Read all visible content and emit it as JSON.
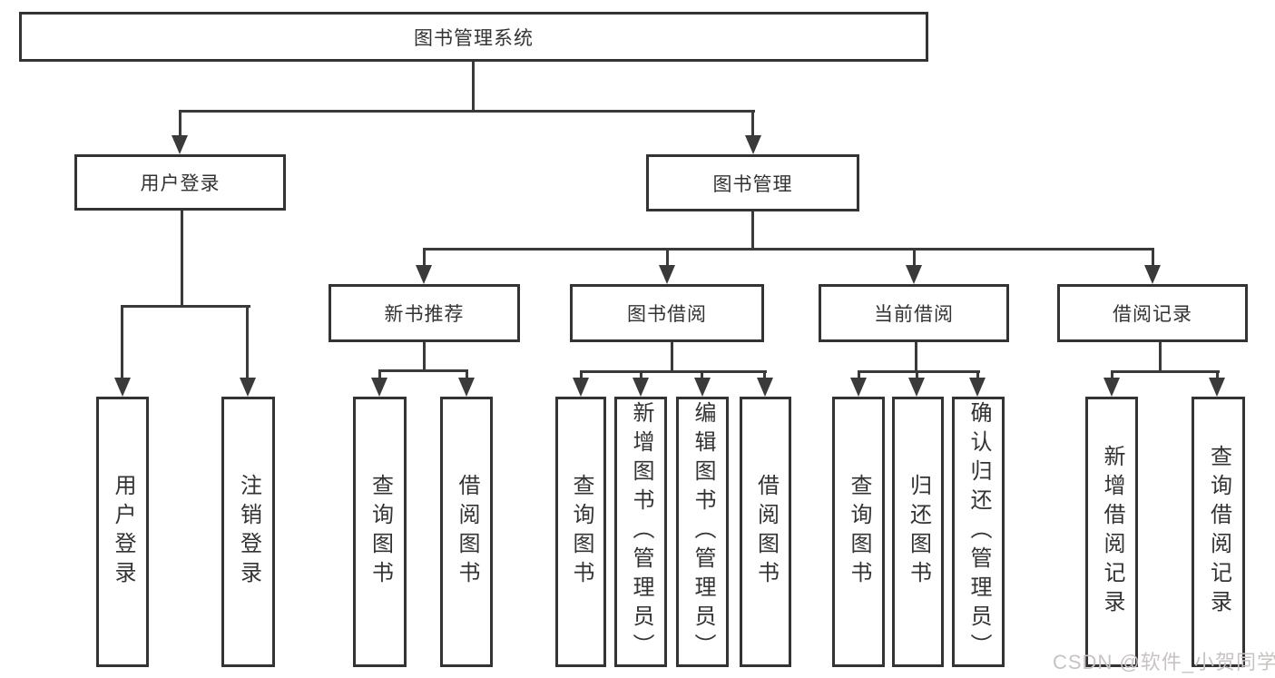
{
  "colors": {
    "box_border": "#333333",
    "connector_line": "#3a3a3a",
    "text": "#333333",
    "watermark": "#c8c3c3",
    "background": "#ffffff"
  },
  "root": {
    "label": "图书管理系统"
  },
  "level2": {
    "user_login": {
      "label": "用户登录"
    },
    "book_management": {
      "label": "图书管理"
    }
  },
  "level3": {
    "new_book": {
      "label": "新书推荐"
    },
    "book_borrow": {
      "label": "图书借阅"
    },
    "current_borrow": {
      "label": "当前借阅"
    },
    "borrow_record": {
      "label": "借阅记录"
    }
  },
  "leaves": {
    "user_login": [
      "用户登录",
      "注销登录"
    ],
    "new_book": [
      "查询图书",
      "借阅图书"
    ],
    "book_borrow": [
      "查询图书",
      "新增图书（管理员）",
      "编辑图书（管理员）",
      "借阅图书"
    ],
    "current_borrow": [
      "查询图书",
      "归还图书",
      "确认归还（管理员）"
    ],
    "borrow_record": [
      "新增借阅记录",
      "查询借阅记录"
    ]
  },
  "watermark": {
    "text": "CSDN @软件_小贺同学"
  }
}
